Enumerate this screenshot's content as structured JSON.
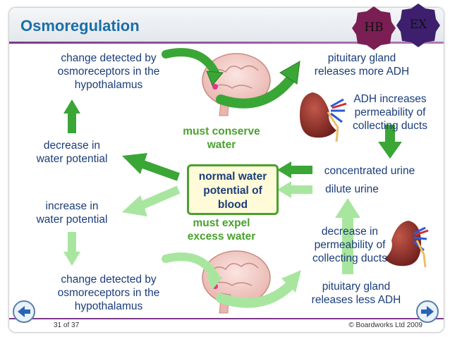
{
  "slide": {
    "title": "Osmoregulation",
    "footer_page": "31 of 37",
    "footer_copyright": "© Boardworks Ltd 2009"
  },
  "badges": [
    {
      "label": "HB",
      "color": "#7a1e54"
    },
    {
      "label": "EX",
      "color": "#3d1f6e"
    }
  ],
  "labels": {
    "top_left": [
      "change detected by",
      "osmoreceptors in the",
      "hypothalamus"
    ],
    "top_right": [
      "pituitary gland",
      "releases more ADH"
    ],
    "adh": [
      "ADH increases",
      "permeability of",
      "collecting ducts"
    ],
    "must_conserve": [
      "must conserve",
      "water"
    ],
    "decrease_wp": [
      "decrease in",
      "water potential"
    ],
    "center_box": [
      "normal water",
      "potential of",
      "blood"
    ],
    "concentrated": "concentrated urine",
    "dilute": "dilute urine",
    "increase_wp": [
      "increase in",
      "water potential"
    ],
    "must_expel": [
      "must expel",
      "excess water"
    ],
    "decrease_perm": [
      "decrease in",
      "permeability of",
      "collecting ducts"
    ],
    "bottom_left": [
      "change detected by",
      "osmoreceptors in the",
      "hypothalamus"
    ],
    "bottom_right": [
      "pituitary gland",
      "releases less ADH"
    ]
  },
  "colors": {
    "title": "#1a6fa8",
    "text": "#1b3d7a",
    "dark_green_arrow": "#3aa636",
    "light_green_arrow": "#a8e6a0",
    "box_border": "#4aa12e",
    "box_fill": "#fffbd9"
  },
  "icons": [
    "brain-icon",
    "kidney-icon",
    "back-nav-icon",
    "forward-nav-icon"
  ]
}
